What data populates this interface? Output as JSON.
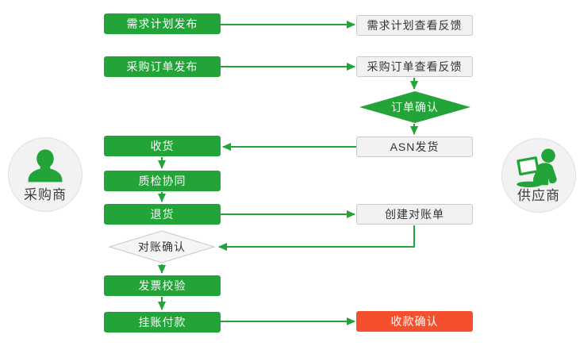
{
  "palette": {
    "green": "#22a438",
    "red": "#f4502e",
    "gray_fill": "#f1f1f1",
    "gray_border": "#c9c9c9",
    "text_dark": "#333333",
    "circle_fill": "#f2f2f2",
    "circle_border": "#e0e0e0",
    "white": "#ffffff"
  },
  "actors": {
    "buyer": {
      "label": "采购商",
      "icon": "person-icon"
    },
    "supplier": {
      "label": "供应商",
      "icon": "person-laptop-icon"
    }
  },
  "buyer_steps": [
    {
      "id": "demand-plan-publish",
      "label": "需求计划发布",
      "shape": "process",
      "style": "green"
    },
    {
      "id": "purchase-order-publish",
      "label": "采购订单发布",
      "shape": "process",
      "style": "green"
    },
    {
      "id": "receive-goods",
      "label": "收货",
      "shape": "process",
      "style": "green"
    },
    {
      "id": "quality-inspection-collab",
      "label": "质检协同",
      "shape": "process",
      "style": "green"
    },
    {
      "id": "return-goods",
      "label": "退货",
      "shape": "process",
      "style": "green"
    },
    {
      "id": "reconciliation-confirm",
      "label": "对账确认",
      "shape": "decision",
      "style": "gray"
    },
    {
      "id": "invoice-verification",
      "label": "发票校验",
      "shape": "process",
      "style": "green"
    },
    {
      "id": "booked-payment",
      "label": "挂账付款",
      "shape": "process",
      "style": "green"
    }
  ],
  "supplier_steps": [
    {
      "id": "demand-plan-view-feedback",
      "label": "需求计划查看反馈",
      "shape": "process",
      "style": "gray"
    },
    {
      "id": "purchase-order-view-feedback",
      "label": "采购订单查看反馈",
      "shape": "process",
      "style": "gray"
    },
    {
      "id": "order-confirm",
      "label": "订单确认",
      "shape": "decision",
      "style": "green"
    },
    {
      "id": "asn-shipment",
      "label": "ASN发货",
      "shape": "process",
      "style": "gray"
    },
    {
      "id": "create-statement",
      "label": "创建对账单",
      "shape": "process",
      "style": "gray"
    },
    {
      "id": "payment-receipt-confirm",
      "label": "收款确认",
      "shape": "process",
      "style": "red"
    }
  ]
}
